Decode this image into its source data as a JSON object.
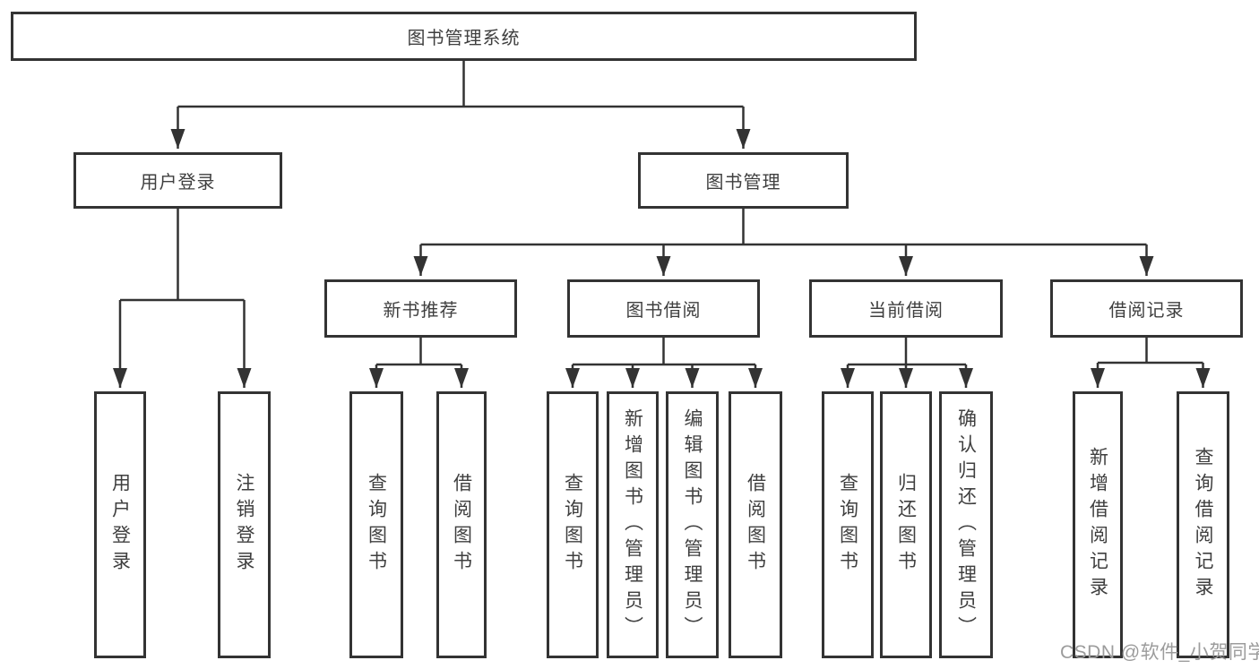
{
  "diagram_title": "图书管理系统",
  "nodes": {
    "root": {
      "label": "图书管理系统"
    },
    "user_login": {
      "label": "用户登录"
    },
    "book_mgmt": {
      "label": "图书管理"
    },
    "new_book_rec": {
      "label": "新书推荐"
    },
    "book_borrow": {
      "label": "图书借阅"
    },
    "current_borrow": {
      "label": "当前借阅"
    },
    "borrow_records": {
      "label": "借阅记录"
    },
    "leaf_user_login": {
      "label": "用户登录"
    },
    "leaf_logout": {
      "label": "注销登录"
    },
    "leaf_nbr_query": {
      "label": "查询图书"
    },
    "leaf_nbr_borrow": {
      "label": "借阅图书"
    },
    "leaf_bb_query": {
      "label": "查询图书"
    },
    "leaf_bb_add": {
      "label": "新增图书（管理员）"
    },
    "leaf_bb_edit": {
      "label": "编辑图书（管理员）"
    },
    "leaf_bb_borrow": {
      "label": "借阅图书"
    },
    "leaf_cb_query": {
      "label": "查询图书"
    },
    "leaf_cb_return": {
      "label": "归还图书"
    },
    "leaf_cb_confirm": {
      "label": "确认归还（管理员）"
    },
    "leaf_br_add": {
      "label": "新增借阅记录"
    },
    "leaf_br_query": {
      "label": "查询借阅记录"
    }
  },
  "hierarchy": {
    "图书管理系统": {
      "用户登录": [
        "用户登录",
        "注销登录"
      ],
      "图书管理": {
        "新书推荐": [
          "查询图书",
          "借阅图书"
        ],
        "图书借阅": [
          "查询图书",
          "新增图书（管理员）",
          "编辑图书（管理员）",
          "借阅图书"
        ],
        "当前借阅": [
          "查询图书",
          "归还图书",
          "确认归还（管理员）"
        ],
        "借阅记录": [
          "新增借阅记录",
          "查询借阅记录"
        ]
      }
    }
  },
  "watermark": "CSDN @软件_小贺同学",
  "colors": {
    "line": "#333333",
    "text": "#3f3f3f",
    "box_fill": "#ffffff",
    "watermark": "#9c9c9c"
  }
}
